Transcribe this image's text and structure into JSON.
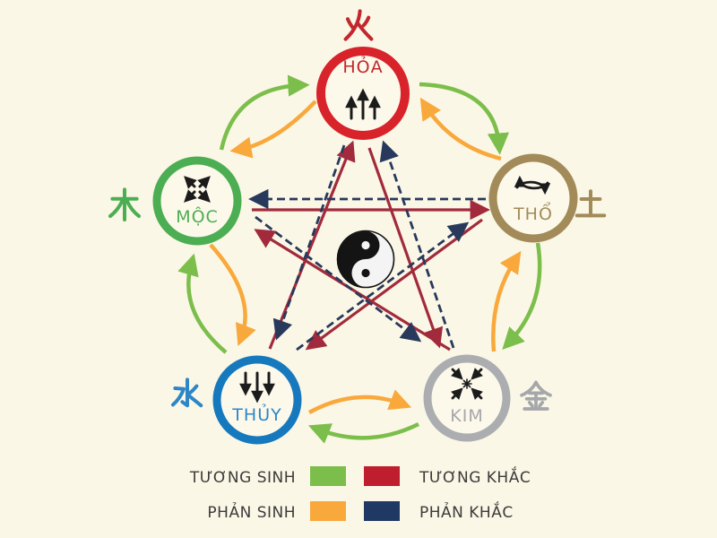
{
  "colors": {
    "background": "#FBF7E6",
    "sinh_green": "#7CBE4B",
    "phan_sinh_orange": "#F9A83C",
    "khac_red": "#A12B3C",
    "khac_red_swatch": "#BE1E2D",
    "phan_khac_navy": "#28395C",
    "phan_khac_navy_swatch": "#1F3864",
    "icon_black": "#1B1B1B",
    "legend_text": "#3B3B3B",
    "yinyang_black": "#141414",
    "yinyang_white": "#F4F4F4"
  },
  "elements": {
    "fire": {
      "label": "HỎA",
      "hanzi": "火",
      "circle_color": "#D8232A",
      "text_color": "#C1272D",
      "icon": "three-up-arrows"
    },
    "earth": {
      "label": "THỔ",
      "hanzi": "土",
      "circle_color": "#A28B59",
      "text_color": "#A28B59",
      "icon": "cycle-arrows"
    },
    "metal": {
      "label": "KIM",
      "hanzi": "金",
      "circle_color": "#ABADB0",
      "text_color": "#A5A7AA",
      "icon": "converging-arrows"
    },
    "water": {
      "label": "THỦY",
      "hanzi": "水",
      "circle_color": "#1779BD",
      "text_color": "#2E86C6",
      "icon": "three-down-arrows"
    },
    "wood": {
      "label": "MỘC",
      "hanzi": "木",
      "circle_color": "#4CAE52",
      "text_color": "#4CAE52",
      "icon": "expanding-arrows"
    }
  },
  "center": {
    "icon": "yin-yang"
  },
  "cycles": {
    "tuong_sinh": [
      "wood→fire",
      "fire→earth",
      "earth→metal",
      "metal→water",
      "water→wood"
    ],
    "phan_sinh": [
      "fire→wood",
      "earth→fire",
      "metal→earth",
      "water→metal",
      "wood→water"
    ],
    "tuong_khac": [
      "water→fire",
      "wood→earth",
      "fire→metal",
      "metal→wood",
      "earth→water"
    ],
    "phan_khac": [
      "fire→water",
      "earth→wood",
      "metal→fire",
      "wood→metal",
      "water→earth"
    ]
  },
  "legend": {
    "tuong_sinh": "TƯƠNG SINH",
    "tuong_khac": "TƯƠNG KHẮC",
    "phan_sinh": "PHẢN SINH",
    "phan_khac": "PHẢN KHẮC"
  }
}
